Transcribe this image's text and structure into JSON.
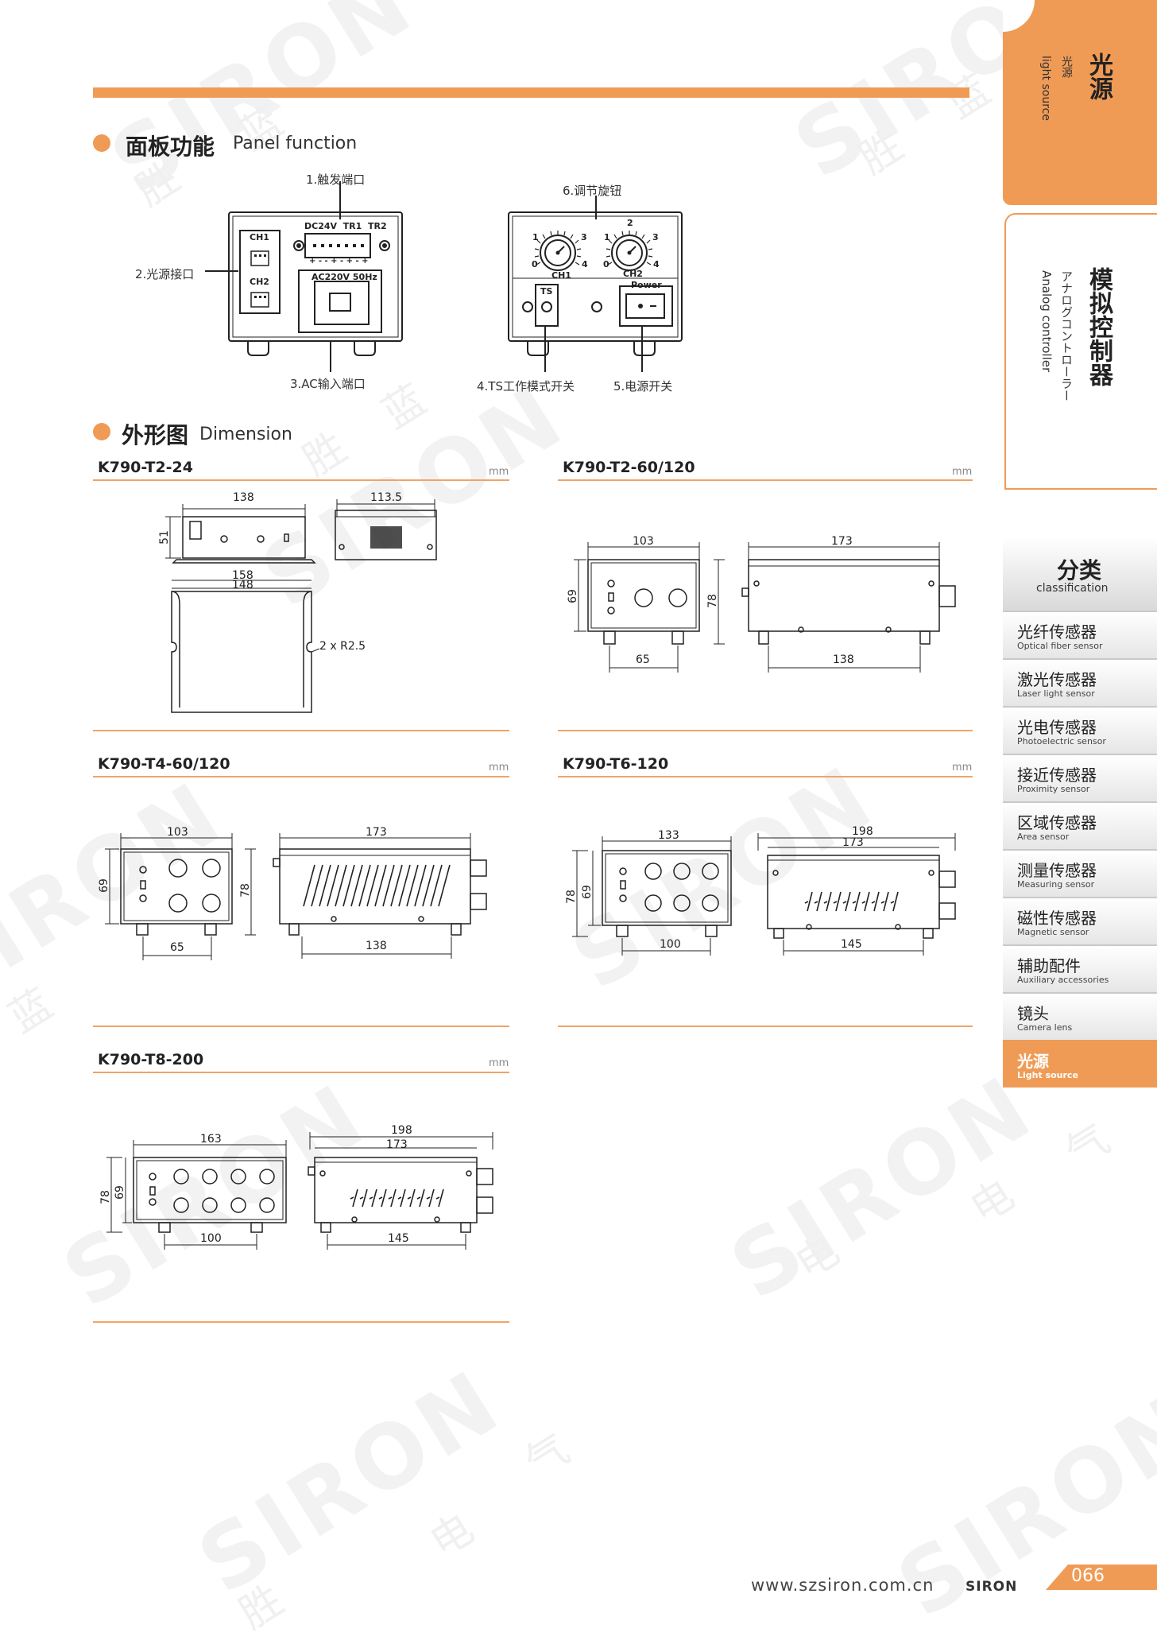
{
  "watermark": {
    "brand": "SIRON",
    "chars": [
      "胜",
      "蓝",
      "电",
      "气"
    ]
  },
  "sidebar_tab": {
    "title_cn": "光源",
    "subtitle_cn": "光源",
    "subtitle_en": "light source"
  },
  "sidebar_tab2": {
    "title_cn": "模拟控制器",
    "subtitle_jp": "アナログコントローラー",
    "subtitle_en": "Analog controller"
  },
  "classification": {
    "title_cn": "分类",
    "title_en": "classification",
    "items": [
      {
        "cn": "光纤传感器",
        "en": "Optical fiber sensor"
      },
      {
        "cn": "激光传感器",
        "en": "Laser light sensor"
      },
      {
        "cn": "光电传感器",
        "en": "Photoelectric sensor"
      },
      {
        "cn": "接近传感器",
        "en": "Proximity sensor"
      },
      {
        "cn": "区域传感器",
        "en": "Area sensor"
      },
      {
        "cn": "测量传感器",
        "en": "Measuring sensor"
      },
      {
        "cn": "磁性传感器",
        "en": "Magnetic sensor"
      },
      {
        "cn": "辅助配件",
        "en": "Auxiliary accessories"
      },
      {
        "cn": "镜头",
        "en": "Camera lens"
      },
      {
        "cn": "光源",
        "en": "Light source"
      }
    ],
    "active_index": 9
  },
  "panel_section": {
    "title_cn": "面板功能",
    "title_en": "Panel function",
    "callouts": {
      "c1": "1.触发端口",
      "c2": "2.光源接口",
      "c3": "3.AC输入端口",
      "c4": "4.TS工作模式开关",
      "c5": "5.电源开关",
      "c6": "6.调节旋钮"
    },
    "left_panel": {
      "ch1": "CH1",
      "ch2": "CH2",
      "terminal_header": "DC24V  TR1  TR2",
      "terminal_signs": "+ - - + - + - +",
      "ac_label": "AC220V 50Hz"
    },
    "right_panel": {
      "ch1": "CH1",
      "ch2": "CH2",
      "ts": "TS",
      "power": "Power",
      "knob_marks": [
        "0",
        "1",
        "2",
        "3",
        "4"
      ]
    }
  },
  "dimension_section": {
    "title_cn": "外形图",
    "title_en": "Dimension"
  },
  "unit": "mm",
  "models": [
    {
      "name": "K790-T2-24",
      "dims": {
        "w": "138",
        "w2": "113.5",
        "h": "51",
        "d1": "158",
        "d2": "148",
        "r": "2 x R2.5"
      }
    },
    {
      "name": "K790-T2-60/120",
      "dims": {
        "w": "103",
        "h": "69",
        "h2": "78",
        "b": "65",
        "l": "173",
        "lb": "138"
      }
    },
    {
      "name": "K790-T4-60/120",
      "dims": {
        "w": "103",
        "h": "69",
        "h2": "78",
        "b": "65",
        "l": "173",
        "lb": "138"
      }
    },
    {
      "name": "K790-T6-120",
      "dims": {
        "w": "133",
        "h": "69",
        "h2": "78",
        "b": "100",
        "l": "198",
        "l2": "173",
        "lb": "145"
      }
    },
    {
      "name": "K790-T8-200",
      "dims": {
        "w": "163",
        "h": "69",
        "h2": "78",
        "b": "100",
        "l": "198",
        "l2": "173",
        "lb": "145"
      }
    }
  ],
  "footer": {
    "url": "www.szsiron.com.cn",
    "logo": "SIRON",
    "page": "066"
  },
  "colors": {
    "accent": "#f09b55",
    "line": "#f0a468"
  }
}
